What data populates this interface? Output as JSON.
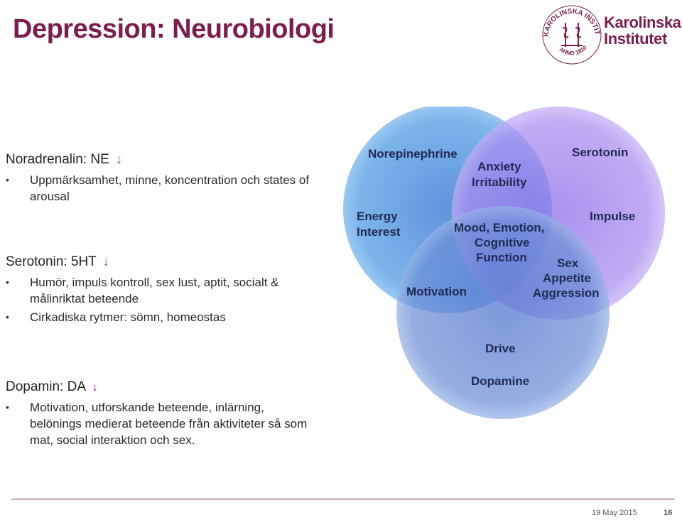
{
  "title": "Depression: Neurobiologi",
  "logo": {
    "arc_text": "KAROLINSKA INSTITUTET",
    "year_text": "ANNO 1810",
    "name_line1": "Karolinska",
    "name_line2": "Institutet",
    "brand_color": "#7b1d4e"
  },
  "sections": [
    {
      "heading": "Noradrenalin: NE",
      "arrow": "↓",
      "bullets": [
        "Uppmärksamhet, minne, koncentration och states of arousal"
      ]
    },
    {
      "heading": "Serotonin: 5HT",
      "arrow": "↓",
      "bullets": [
        "Humör, impuls kontroll, sex lust, aptit, socialt & målinriktat beteende",
        "Cirkadiska rytmer: sömn, homeostas"
      ]
    },
    {
      "heading": "Dopamin: DA",
      "arrow": "↓",
      "bullets": [
        "Motivation, utforskande beteende, inlärning, belönings medierat beteende från aktiviteter så som mat, social interaktion och sex."
      ]
    }
  ],
  "venn": {
    "labels": {
      "norepinephrine": "Norepinephrine",
      "serotonin": "Serotonin",
      "dopamine": "Dopamine",
      "energy": "Energy",
      "interest": "Interest",
      "anxiety": "Anxiety",
      "irritability": "Irritability",
      "impulse": "Impulse",
      "mood": "Mood, Emotion,",
      "cognitive": "Cognitive",
      "function": "Function",
      "sex": "Sex",
      "appetite": "Appetite",
      "aggression": "Aggression",
      "motivation": "Motivation",
      "drive": "Drive"
    },
    "colors": {
      "norepinephrine": "#6aaae8",
      "serotonin": "#a98bf0",
      "dopamine": "#6b8fd6",
      "label": "#1f2a55"
    }
  },
  "footer": {
    "date": "19 May 2015",
    "page": "16"
  }
}
